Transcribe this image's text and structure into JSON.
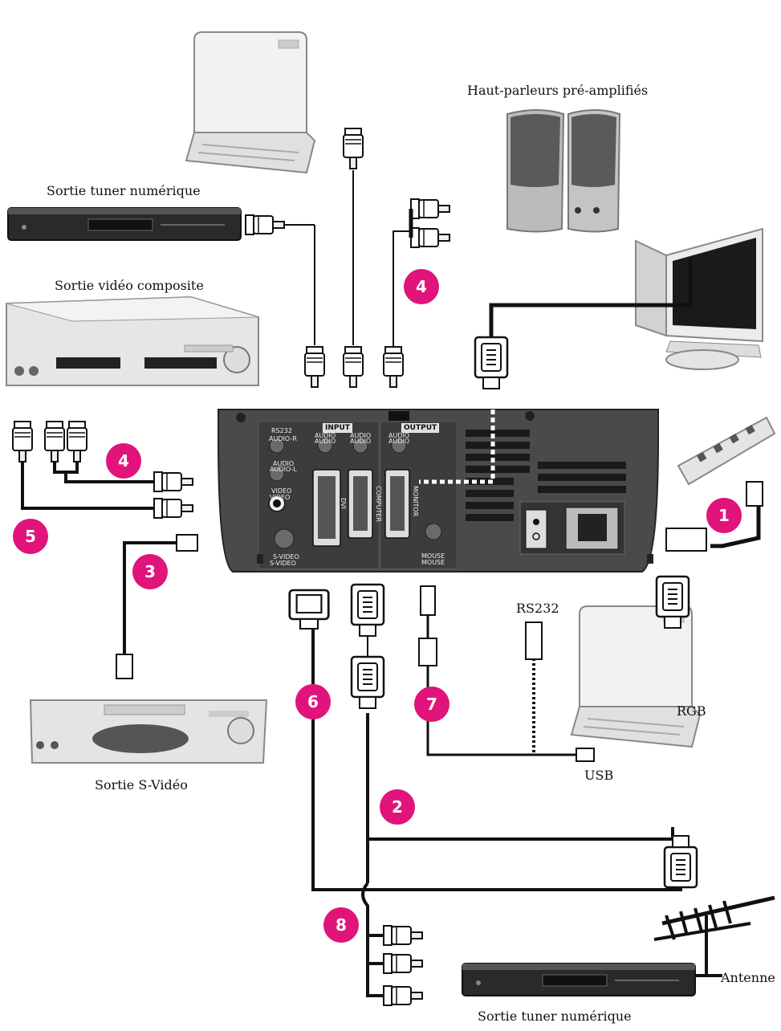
{
  "labels": {
    "tuner_top": "Sortie tuner numérique",
    "speakers": "Haut-parleurs pré-amplifiés",
    "composite": "Sortie vidéo composite",
    "svideo": "Sortie S-Vidéo",
    "rs232": "RS232",
    "rgb": "RGB",
    "usb": "USB",
    "antenna": "Antenne",
    "tuner_bottom": "Sortie tuner numérique"
  },
  "badges": [
    "1",
    "2",
    "3",
    "4",
    "4",
    "5",
    "6",
    "7",
    "8"
  ],
  "panel": {
    "rs232": "RS232",
    "audio_r": "AUDIO-R",
    "audio_l": "AUDIO-L",
    "audio_l2": "AUDIO",
    "video": "VIDEO",
    "video2": "VIDEO",
    "svideo": "S-VIDEO",
    "svideo2": "S-VIDEO",
    "input": "INPUT",
    "output": "OUTPUT",
    "audio_in1": "AUDIO",
    "audio_in1b": "AUDIO",
    "audio_in2": "AUDIO",
    "audio_in2b": "AUDIO",
    "audio_out": "AUDIO",
    "audio_outb": "AUDIO",
    "dvi": "DVI",
    "computer": "COMPUTER",
    "monitor": "MONITOR",
    "mouse": "MOUSE",
    "mouse2": "MOUSE"
  },
  "colors": {
    "badge": "#e0147a",
    "cable": "#111111",
    "projector": "#4a4a4a"
  }
}
